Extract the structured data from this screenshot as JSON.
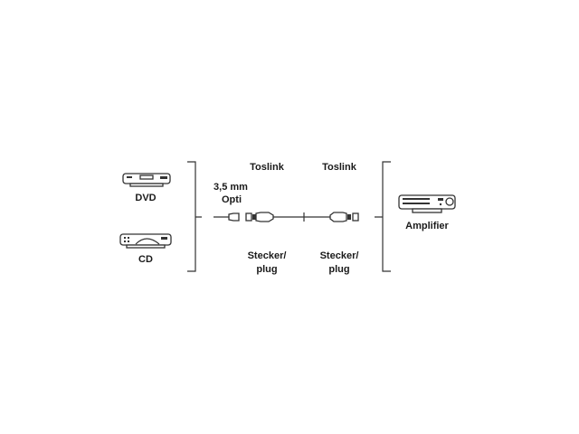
{
  "sources": [
    {
      "label": "DVD",
      "icon": "dvd-player-icon"
    },
    {
      "label": "CD",
      "icon": "cd-player-icon"
    }
  ],
  "cable": {
    "left_connector": {
      "type": "3,5 mm",
      "subtype": "Opti"
    },
    "toslink_labels": [
      "Toslink",
      "Toslink"
    ],
    "plug_labels": [
      {
        "de": "Stecker/",
        "en": "plug"
      },
      {
        "de": "Stecker/",
        "en": "plug"
      }
    ]
  },
  "destination": {
    "label": "Amplifier",
    "icon": "amplifier-icon"
  },
  "colors": {
    "line": "#333333",
    "text": "#1a1a1a",
    "background": "#ffffff"
  }
}
